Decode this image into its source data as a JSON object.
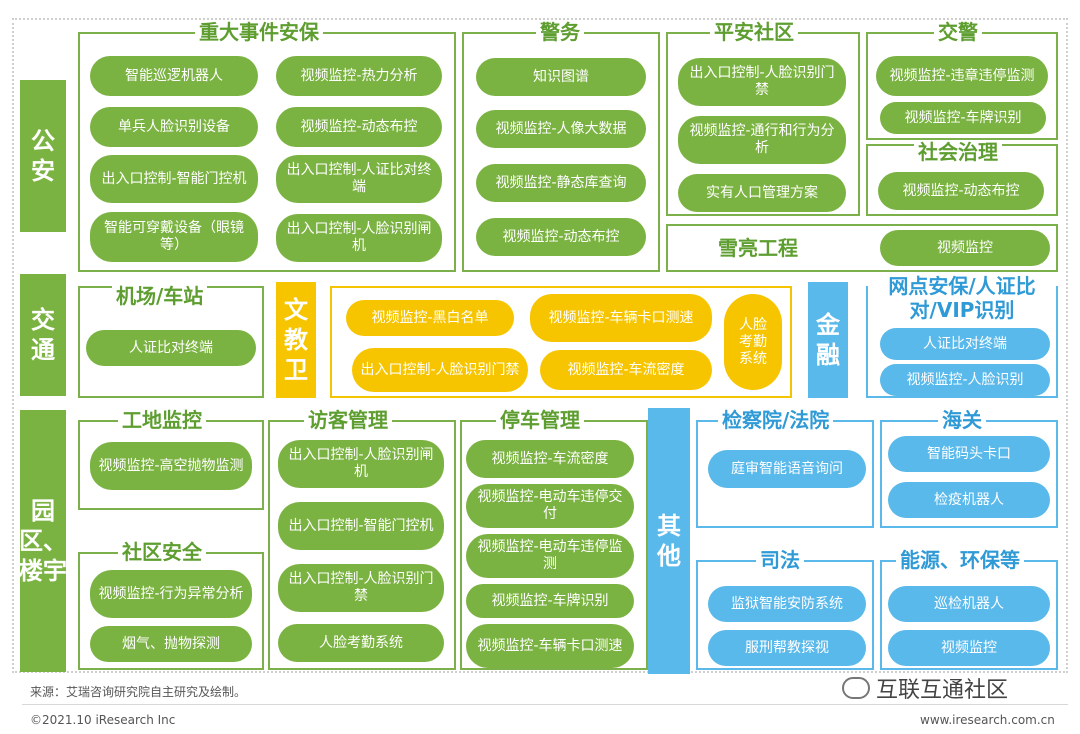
{
  "sections": {
    "police": "公安",
    "traffic": "交通",
    "park": "园区、楼宇",
    "edu": "文教卫",
    "finance": "金融",
    "other": "其他"
  },
  "police": {
    "major_event": {
      "title": "重大事件安保",
      "items": [
        "智能巡逻机器人",
        "视频监控-热力分析",
        "单兵人脸识别设备",
        "视频监控-动态布控",
        "出入口控制-智能门控机",
        "出入口控制-人证比对终端",
        "智能可穿戴设备（眼镜等）",
        "出入口控制-人脸识别闸机"
      ]
    },
    "police_affairs": {
      "title": "警务",
      "items": [
        "知识图谱",
        "视频监控-人像大数据",
        "视频监控-静态库查询",
        "视频监控-动态布控"
      ]
    },
    "safe_community": {
      "title": "平安社区",
      "items": [
        "出入口控制-人脸识别门禁",
        "视频监控-通行和行为分析",
        "实有人口管理方案"
      ]
    },
    "traffic_police": {
      "title": "交警",
      "items": [
        "视频监控-违章违停监测",
        "视频监控-车牌识别"
      ]
    },
    "social_gov": {
      "title": "社会治理",
      "items": [
        "视频监控-动态布控"
      ]
    },
    "xueliang": {
      "title": "雪亮工程",
      "items": [
        "视频监控"
      ]
    }
  },
  "traffic": {
    "airport": {
      "title": "机场/车站",
      "items": [
        "人证比对终端"
      ]
    }
  },
  "edu": {
    "items": [
      "视频监控-黑白名单",
      "视频监控-车辆卡口测速",
      "出入口控制-人脸识别门禁",
      "视频监控-车流密度",
      "人脸考勤系统"
    ]
  },
  "finance": {
    "title": "网点安保/人证比对/VIP识别",
    "items": [
      "人证比对终端",
      "视频监控-人脸识别"
    ]
  },
  "park": {
    "construction": {
      "title": "工地监控",
      "items": [
        "视频监控-高空抛物监测"
      ]
    },
    "community_safety": {
      "title": "社区安全",
      "items": [
        "视频监控-行为异常分析",
        "烟气、抛物探测"
      ]
    },
    "visitor": {
      "title": "访客管理",
      "items": [
        "出入口控制-人脸识别闸机",
        "出入口控制-智能门控机",
        "出入口控制-人脸识别门禁",
        "人脸考勤系统"
      ]
    },
    "parking": {
      "title": "停车管理",
      "items": [
        "视频监控-车流密度",
        "视频监控-电动车违停交付",
        "视频监控-电动车违停监测",
        "视频监控-车牌识别",
        "视频监控-车辆卡口测速"
      ]
    }
  },
  "other": {
    "procuratorate": {
      "title": "检察院/法院",
      "items": [
        "庭审智能语音询问"
      ]
    },
    "customs": {
      "title": "海关",
      "items": [
        "智能码头卡口",
        "检疫机器人"
      ]
    },
    "justice": {
      "title": "司法",
      "items": [
        "监狱智能安防系统",
        "服刑帮教探视"
      ]
    },
    "energy": {
      "title": "能源、环保等",
      "items": [
        "巡检机器人",
        "视频监控"
      ]
    }
  },
  "footer": {
    "source": "来源：艾瑞咨询研究院自主研究及绘制。",
    "copyright": "©2021.10 iResearch Inc",
    "url": "www.iresearch.com.cn",
    "watermark": "互联互通社区"
  },
  "colors": {
    "green": "#7bb342",
    "amber": "#f7c500",
    "blue": "#5ab9eb"
  }
}
